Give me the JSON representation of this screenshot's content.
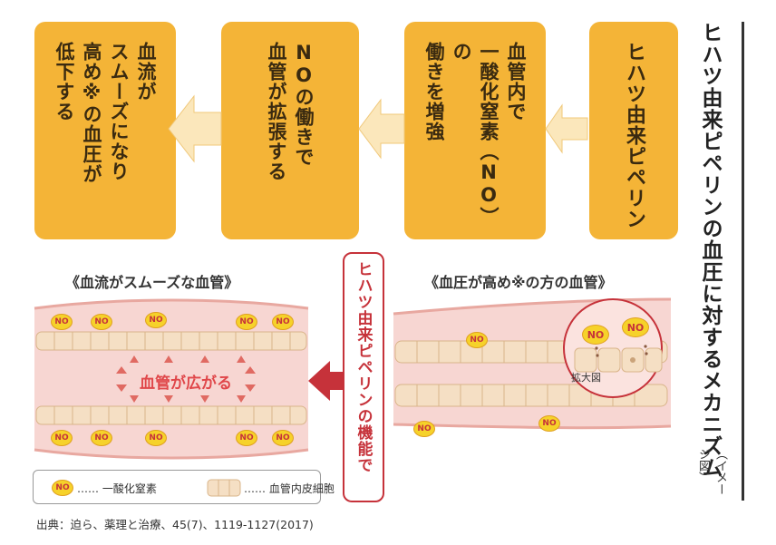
{
  "title": "ヒハツ由来ピペリンの血圧に対するメカニズム",
  "subtitle": "（イメージ図）",
  "flow_boxes": [
    {
      "text": "血流が\nスムーズになり\n高め※の血圧が\n低下する"
    },
    {
      "text": "NOの働きで\n血管が拡張する"
    },
    {
      "text": "血管内で\n一酸化窒素（NO）の\n働きを増強"
    },
    {
      "text": "ヒハツ由来ピペリン"
    }
  ],
  "left_section_title": "《血流がスムーズな血管》",
  "right_section_title": "《血圧が高め※の方の血管》",
  "center_label": "ヒハツ由来ピペリンの機能で",
  "vessel_label": "血管が広がる",
  "zoom_label": "拡大図",
  "no_label": "NO",
  "legend": {
    "no_text": "NO",
    "no_desc": "…… 一酸化窒素",
    "cell_desc": "…… 血管内皮細胞"
  },
  "footnote": "出典：迫ら、薬理と治療、45(7)、1119-1127(2017)",
  "colors": {
    "box": "#f4b437",
    "arrow": "#fbe7bb",
    "red": "#c6323a",
    "vessel": "#f7d6d2",
    "cell": "#f5dfc4",
    "no_yellow": "#f6d22a"
  }
}
